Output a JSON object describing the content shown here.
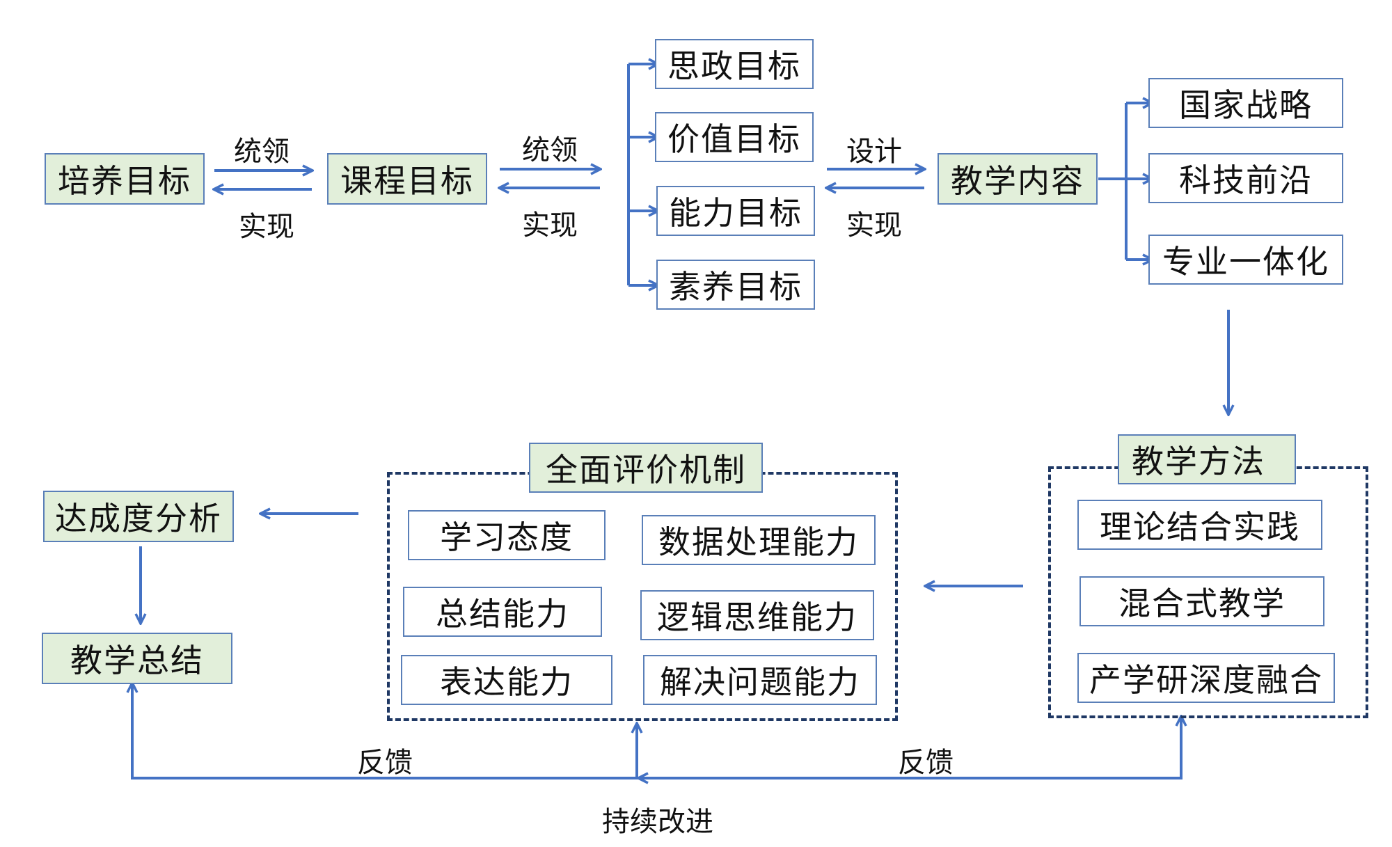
{
  "nodes": {
    "peiyang": "培养目标",
    "kecheng": "课程目标",
    "sizheng": "思政目标",
    "jiazhi": "价值目标",
    "nengli": "能力目标",
    "suyang": "素养目标",
    "neirong": "教学内容",
    "guojia": "国家战略",
    "keji": "科技前沿",
    "zhuanye": "专业一体化",
    "fangfa": "教学方法",
    "lilun": "理论结合实践",
    "hunhe": "混合式教学",
    "chanxue": "产学研深度融合",
    "pingjia": "全面评价机制",
    "xuexi": "学习态度",
    "shuju": "数据处理能力",
    "zongjie_nl": "总结能力",
    "luoji": "逻辑思维能力",
    "biaoda": "表达能力",
    "jiejue": "解决问题能力",
    "dacheng": "达成度分析",
    "zongjie": "教学总结"
  },
  "edge_labels": {
    "tongling1": "统领",
    "shixian1": "实现",
    "tongling2": "统领",
    "shixian2": "实现",
    "sheji": "设计",
    "shixian3": "实现",
    "fankui_left": "反馈",
    "fankui_right": "反馈",
    "chixu": "持续改进"
  },
  "colors": {
    "arrow": "#4472c4",
    "box_border": "#5a7fb8",
    "green_fill": "#e2efda",
    "dashed_border": "#1f3864"
  }
}
